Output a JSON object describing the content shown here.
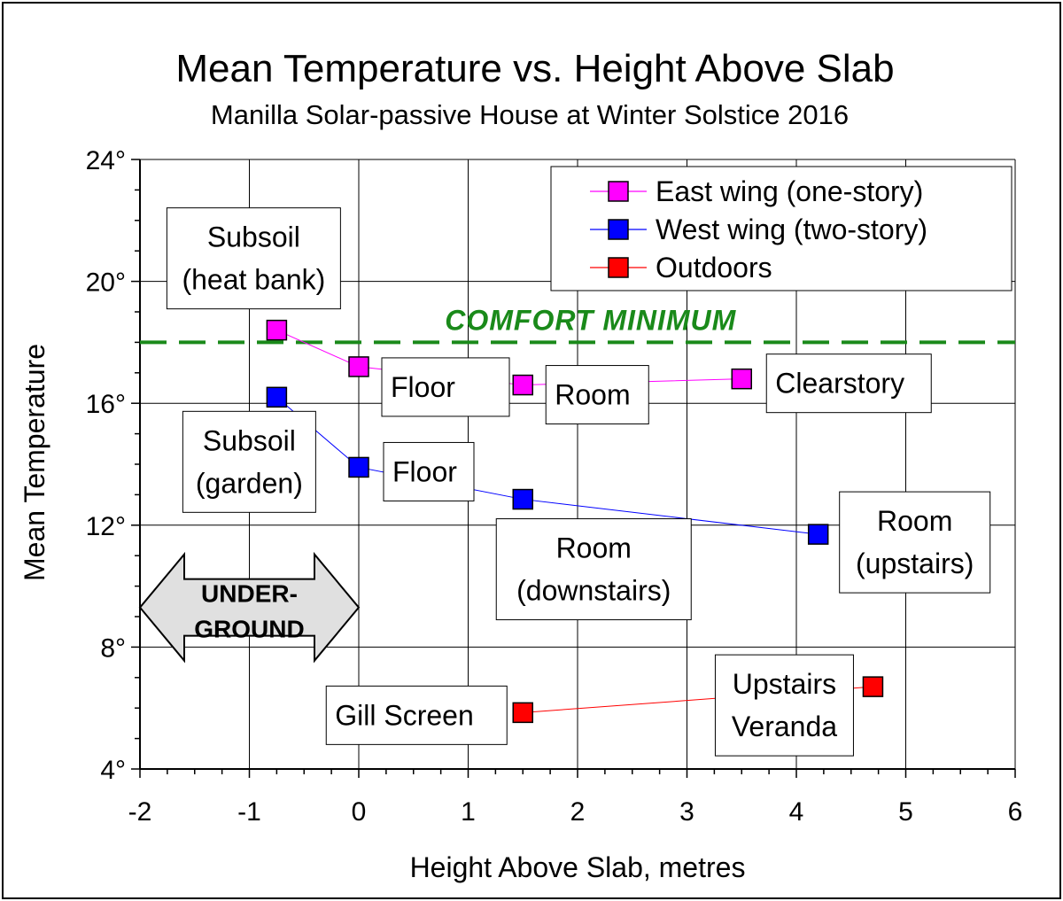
{
  "chart_data": {
    "type": "scatter",
    "title": "Mean Temperature vs. Height Above Slab",
    "subtitle": "Manilla Solar-passive House at Winter Solstice 2016",
    "xlabel": "Height Above Slab, metres",
    "ylabel": "Mean Temperature",
    "xlim": [
      -2,
      6
    ],
    "ylim": [
      4,
      24
    ],
    "x_ticks": [
      "-2",
      "-1",
      "0",
      "1",
      "2",
      "3",
      "4",
      "5",
      "6"
    ],
    "y_ticks": [
      "4°",
      "8°",
      "12°",
      "16°",
      "20°",
      "24°"
    ],
    "grid": true,
    "legend_position": "top-right",
    "series": [
      {
        "name": "East wing (one-story)",
        "color": "#ff00ff",
        "points": [
          {
            "x": -0.75,
            "y": 18.4,
            "label": [
              "Subsoil",
              "(heat bank)"
            ]
          },
          {
            "x": 0.0,
            "y": 17.2,
            "label": [
              "Floor"
            ]
          },
          {
            "x": 1.5,
            "y": 16.6,
            "label": [
              "Room"
            ]
          },
          {
            "x": 3.5,
            "y": 16.8,
            "label": [
              "Clearstory"
            ]
          }
        ]
      },
      {
        "name": "West wing (two-story)",
        "color": "#0000ff",
        "points": [
          {
            "x": -0.75,
            "y": 16.2,
            "label": [
              "Subsoil",
              "(garden)"
            ]
          },
          {
            "x": 0.0,
            "y": 13.9,
            "label": [
              "Floor"
            ]
          },
          {
            "x": 1.5,
            "y": 12.85,
            "label": [
              "Room",
              "(downstairs)"
            ]
          },
          {
            "x": 4.2,
            "y": 11.7,
            "label": [
              "Room",
              "(upstairs)"
            ]
          }
        ]
      },
      {
        "name": "Outdoors",
        "color": "#ff0000",
        "points": [
          {
            "x": 1.5,
            "y": 5.85,
            "label": [
              "Gill Screen"
            ]
          },
          {
            "x": 4.7,
            "y": 6.7,
            "label": [
              "Upstairs",
              "Veranda"
            ]
          }
        ]
      }
    ],
    "reference_line": {
      "label": "COMFORT MINIMUM",
      "y": 18,
      "color": "#1a8a1a"
    },
    "annotation": {
      "lines": [
        "UNDER-",
        "GROUND"
      ],
      "x_range": [
        -2,
        0
      ]
    }
  }
}
